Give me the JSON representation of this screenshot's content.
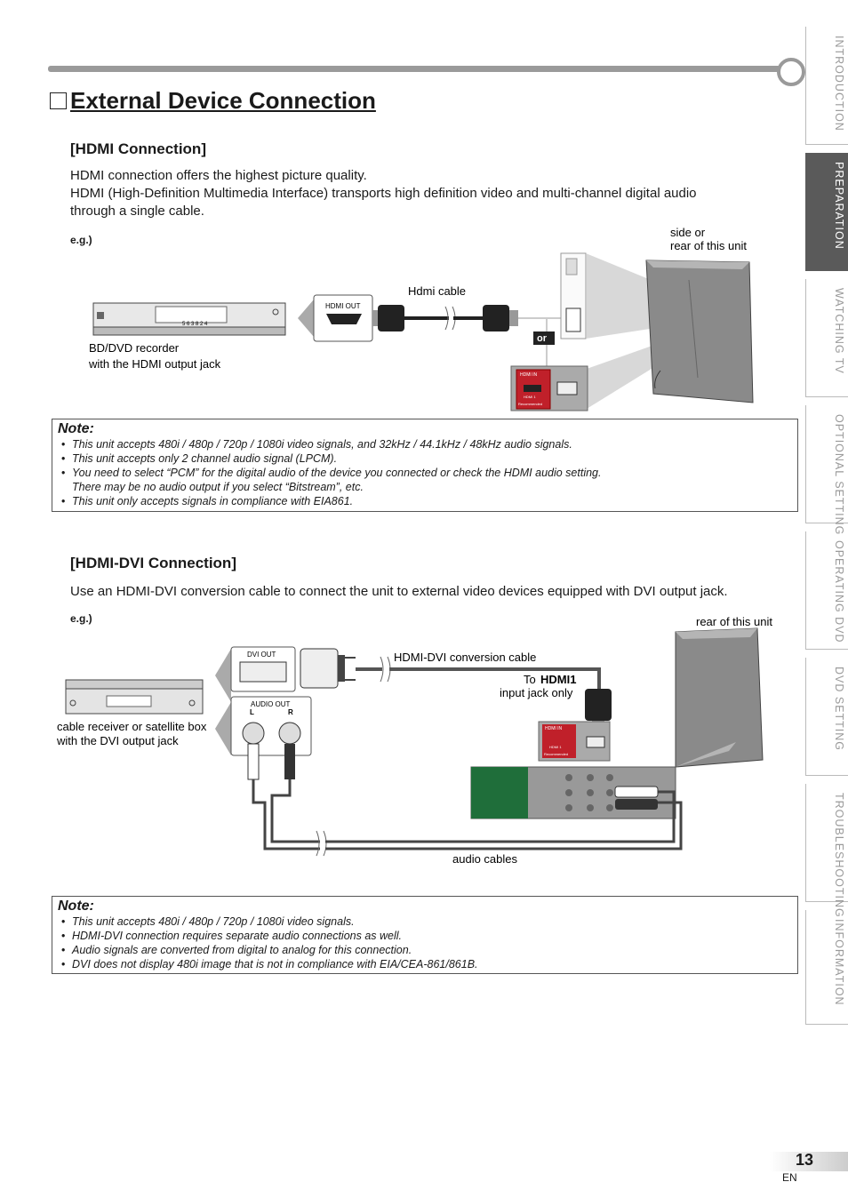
{
  "title": "External Device Connection",
  "hdmi": {
    "heading": "[HDMI Connection]",
    "para1": "HDMI connection offers the highest picture quality.",
    "para2": "HDMI (High-Definition Multimedia Interface) transports high definition video and multi-channel digital audio",
    "para3": "through a single cable.",
    "eg": "e.g.)",
    "side_label_1": "side or",
    "side_label_2": "rear of this unit",
    "cable_label": "Hdmi cable",
    "hdmi_out": "HDMI OUT",
    "or": "or",
    "device_label_1": "BD/DVD recorder",
    "device_label_2": "with the HDMI output jack",
    "hdmi_in": "HDMI IN",
    "hdmi1": "HDMI 1",
    "recommended": "Recommended",
    "recorder_display": "5 6 3 8 2 4",
    "note_title": "Note:",
    "notes": [
      "This unit accepts 480i / 480p / 720p / 1080i video signals, and 32kHz / 44.1kHz / 48kHz audio signals.",
      "This unit accepts only 2 channel audio signal (LPCM).",
      "You need to select “PCM” for the digital audio of the device you connected or check the HDMI audio setting.",
      "There may be no audio output if you select “Bitstream”, etc.",
      "This unit only accepts signals in compliance with EIA861."
    ]
  },
  "dvi": {
    "heading": "[HDMI-DVI Connection]",
    "para": "Use an HDMI-DVI conversion cable to connect the unit to external video devices equipped with DVI output jack.",
    "eg": "e.g.)",
    "rear_label": "rear of this unit",
    "dvi_out": "DVI OUT",
    "cable_label": "HDMI-DVI conversion cable",
    "to_prefix": "To",
    "to_hdmi1": "HDMI1",
    "input_only": "input jack only",
    "audio_out": "AUDIO OUT",
    "left": "L",
    "right": "R",
    "device_label_1": "cable receiver or satellite box",
    "device_label_2": "with the DVI output jack",
    "audio_cables": "audio cables",
    "note_title": "Note:",
    "notes": [
      "This unit accepts 480i / 480p / 720p / 1080i video signals.",
      "HDMI-DVI connection requires separate audio connections as well.",
      "Audio signals are converted from digital to analog for this connection.",
      "DVI does not display 480i image that is not in compliance with EIA/CEA-861/861B."
    ]
  },
  "tabs": [
    "INTRODUCTION",
    "PREPARATION",
    "WATCHING TV",
    "OPTIONAL SETTING",
    "OPERATING DVD",
    "DVD SETTING",
    "TROUBLESHOOTING",
    "INFORMATION"
  ],
  "active_tab": "PREPARATION",
  "page_number": "13",
  "lang": "EN",
  "colors": {
    "accent_gray": "#9a9a9a",
    "active_tab": "#5a5a5a",
    "hdmi_label_red": "#c0202a"
  }
}
